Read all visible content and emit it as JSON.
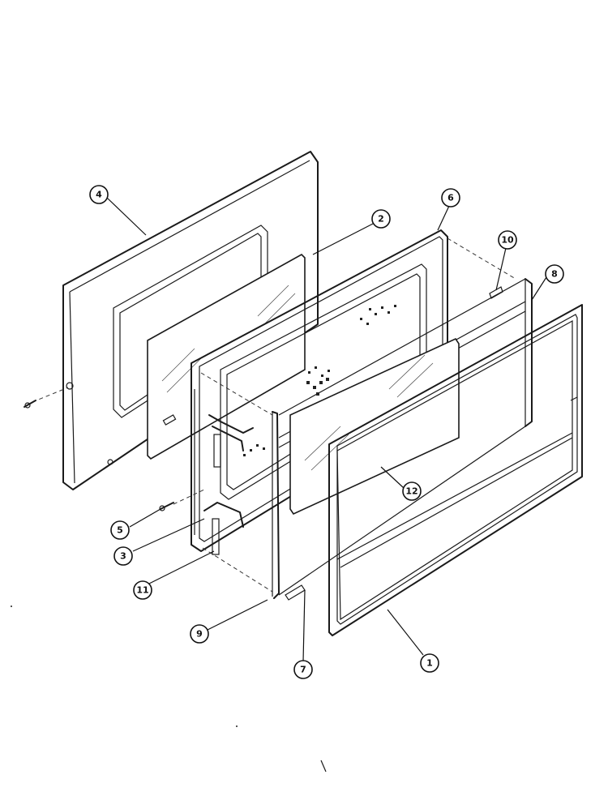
{
  "callouts": [
    {
      "id": "4",
      "label": "4"
    },
    {
      "id": "2",
      "label": "2"
    },
    {
      "id": "6",
      "label": "6"
    },
    {
      "id": "10",
      "label": "10"
    },
    {
      "id": "8",
      "label": "8"
    },
    {
      "id": "12",
      "label": "12"
    },
    {
      "id": "5",
      "label": "5"
    },
    {
      "id": "3",
      "label": "3"
    },
    {
      "id": "11",
      "label": "11"
    },
    {
      "id": "9",
      "label": "9"
    },
    {
      "id": "7",
      "label": "7"
    },
    {
      "id": "1",
      "label": "1"
    }
  ],
  "colors": {
    "line": "#1a1a1a",
    "background": "#ffffff"
  }
}
